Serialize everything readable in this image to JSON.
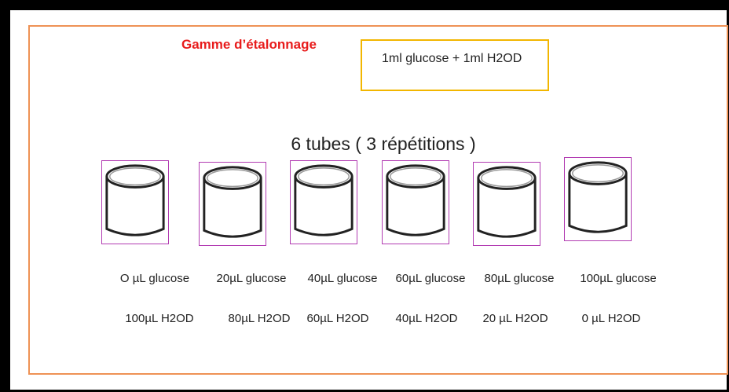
{
  "title": "Gamme d’étalonnage",
  "recipe": "1ml glucose + 1ml H2OD",
  "heading": "6 tubes ( 3 répétitions )",
  "tubes": [
    {
      "glucose": "O µL glucose",
      "water": "100µL H2OD"
    },
    {
      "glucose": "20µL glucose",
      "water": "80µL H2OD"
    },
    {
      "glucose": "40µL glucose",
      "water": "60µL H2OD"
    },
    {
      "glucose": "60µL glucose",
      "water": "40µL H2OD"
    },
    {
      "glucose": "80µL glucose",
      "water": "20 µL H2OD"
    },
    {
      "glucose": "100µL glucose",
      "water": "0 µL H2OD"
    }
  ],
  "colors": {
    "frame": "#000000",
    "panel_border": "#ee9255",
    "title": "#e81c1c",
    "recipe_border": "#f2b600",
    "tube_box": "#b23cb2"
  }
}
